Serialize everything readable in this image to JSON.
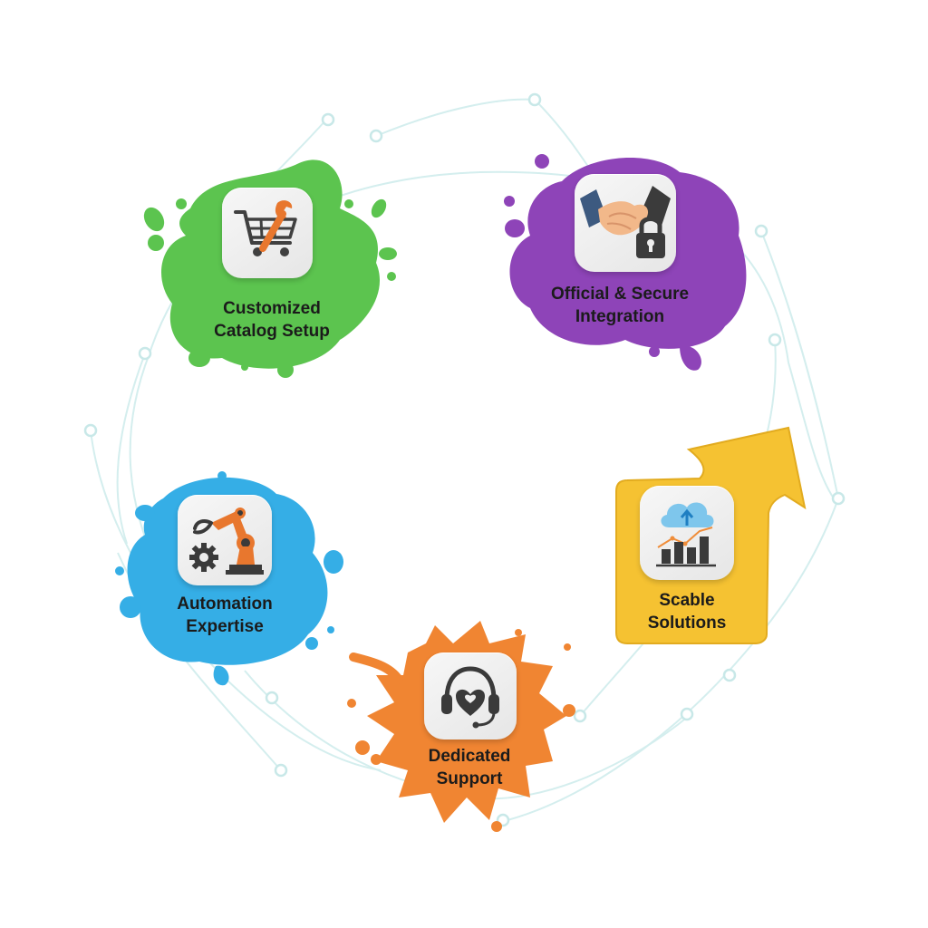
{
  "diagram": {
    "type": "circular-cycle",
    "nodes": [
      {
        "id": "catalog",
        "label_line1": "Customized",
        "label_line2": "Catalog Setup",
        "icon": "shopping-cart-wrench-icon",
        "color": "#5cc44f"
      },
      {
        "id": "integration",
        "label_line1": "Official & Secure",
        "label_line2": "Integration",
        "icon": "handshake-lock-icon",
        "color": "#8e44b8"
      },
      {
        "id": "scalable",
        "label_line1": "Scable",
        "label_line2": "Solutions",
        "icon": "cloud-growth-chart-icon",
        "color": "#f5c232"
      },
      {
        "id": "support",
        "label_line1": "Dedicated",
        "label_line2": "Support",
        "icon": "headset-heart-icon",
        "color": "#f08532"
      },
      {
        "id": "automation",
        "label_line1": "Automation",
        "label_line2": "Expertise",
        "icon": "robot-arm-gear-icon",
        "color": "#35aee6"
      }
    ],
    "connector_color": "#cfeeee"
  }
}
